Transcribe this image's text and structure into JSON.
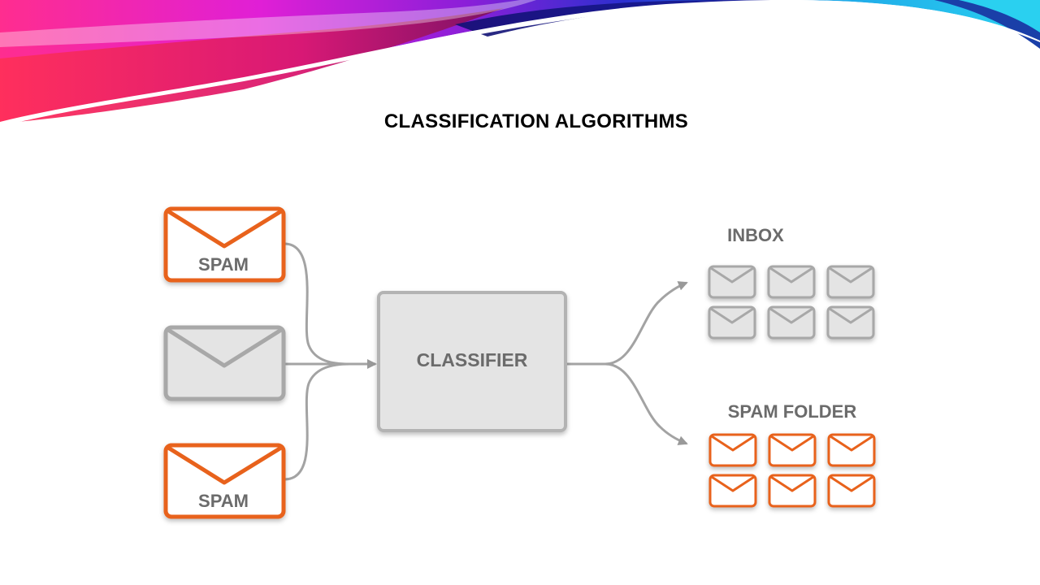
{
  "slide": {
    "title": "CLASSIFICATION ALGORITHMS"
  },
  "diagram": {
    "inputs": [
      {
        "label": "SPAM",
        "color": "#e8621a"
      },
      {
        "label": "",
        "color": "#a8a8a8"
      },
      {
        "label": "SPAM",
        "color": "#e8621a"
      }
    ],
    "classifier_label": "CLASSIFIER",
    "outputs": [
      {
        "label": "INBOX",
        "color": "#a8a8a8",
        "count": 6
      },
      {
        "label": "SPAM FOLDER",
        "color": "#e8621a",
        "count": 6
      }
    ]
  },
  "colors": {
    "spam_accent": "#e8621a",
    "neutral_gray": "#a8a8a8",
    "envelope_fill": "#e4e4e4",
    "label_text": "#6b6b6b"
  },
  "icons": [
    "envelope-icon"
  ]
}
